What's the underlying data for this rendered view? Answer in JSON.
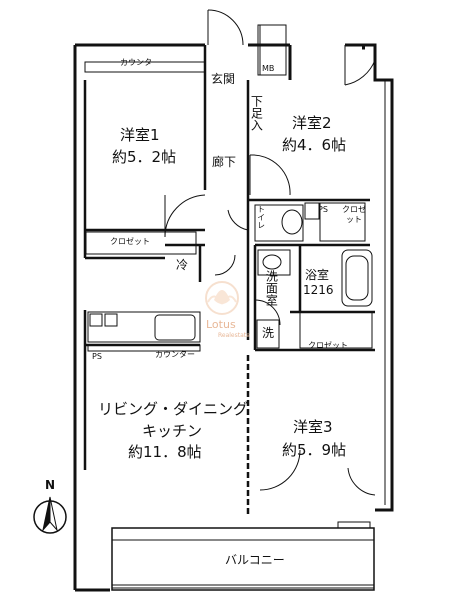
{
  "rooms": {
    "western1": {
      "name": "洋室1",
      "size": "約5．2帖"
    },
    "western2": {
      "name": "洋室2",
      "size": "約4．6帖"
    },
    "western3": {
      "name": "洋室3",
      "size": "約5．9帖"
    },
    "ldk": {
      "name": "リビング・ダイニング",
      "name2": "キッチン",
      "size": "約11．8帖"
    },
    "bath": {
      "name": "浴室",
      "size": "1216"
    }
  },
  "labels": {
    "counter_top": "カウンター",
    "counter_kitchen": "カウンター",
    "genkan": "玄関",
    "mb": "MB",
    "geta": "下足入",
    "rouka": "廊下",
    "toilet": "トイレ",
    "ps_top": "PS",
    "ps_kitchen": "PS",
    "closet_right": "クロゼット",
    "closet_left": "クロゼット",
    "closet_bottom": "クロゼット",
    "rei": "冷",
    "senmen": "洗面室",
    "sen": "洗",
    "balcony": "バルコニー",
    "north": "N"
  },
  "watermark": {
    "brand": "Lotus",
    "sub": "Realestate"
  }
}
